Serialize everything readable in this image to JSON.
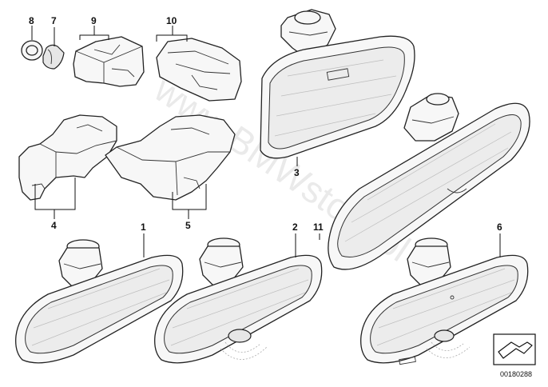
{
  "watermark": "www.BMWstore.pl",
  "callouts": {
    "c1": "1",
    "c2": "2",
    "c3": "3",
    "c4": "4",
    "c5": "5",
    "c6": "6",
    "c7": "7",
    "c8": "8",
    "c9": "9",
    "c10": "10",
    "c11": "11"
  },
  "reference_number": "00180288",
  "icons": {
    "reference": "arrow-diagram-icon"
  }
}
